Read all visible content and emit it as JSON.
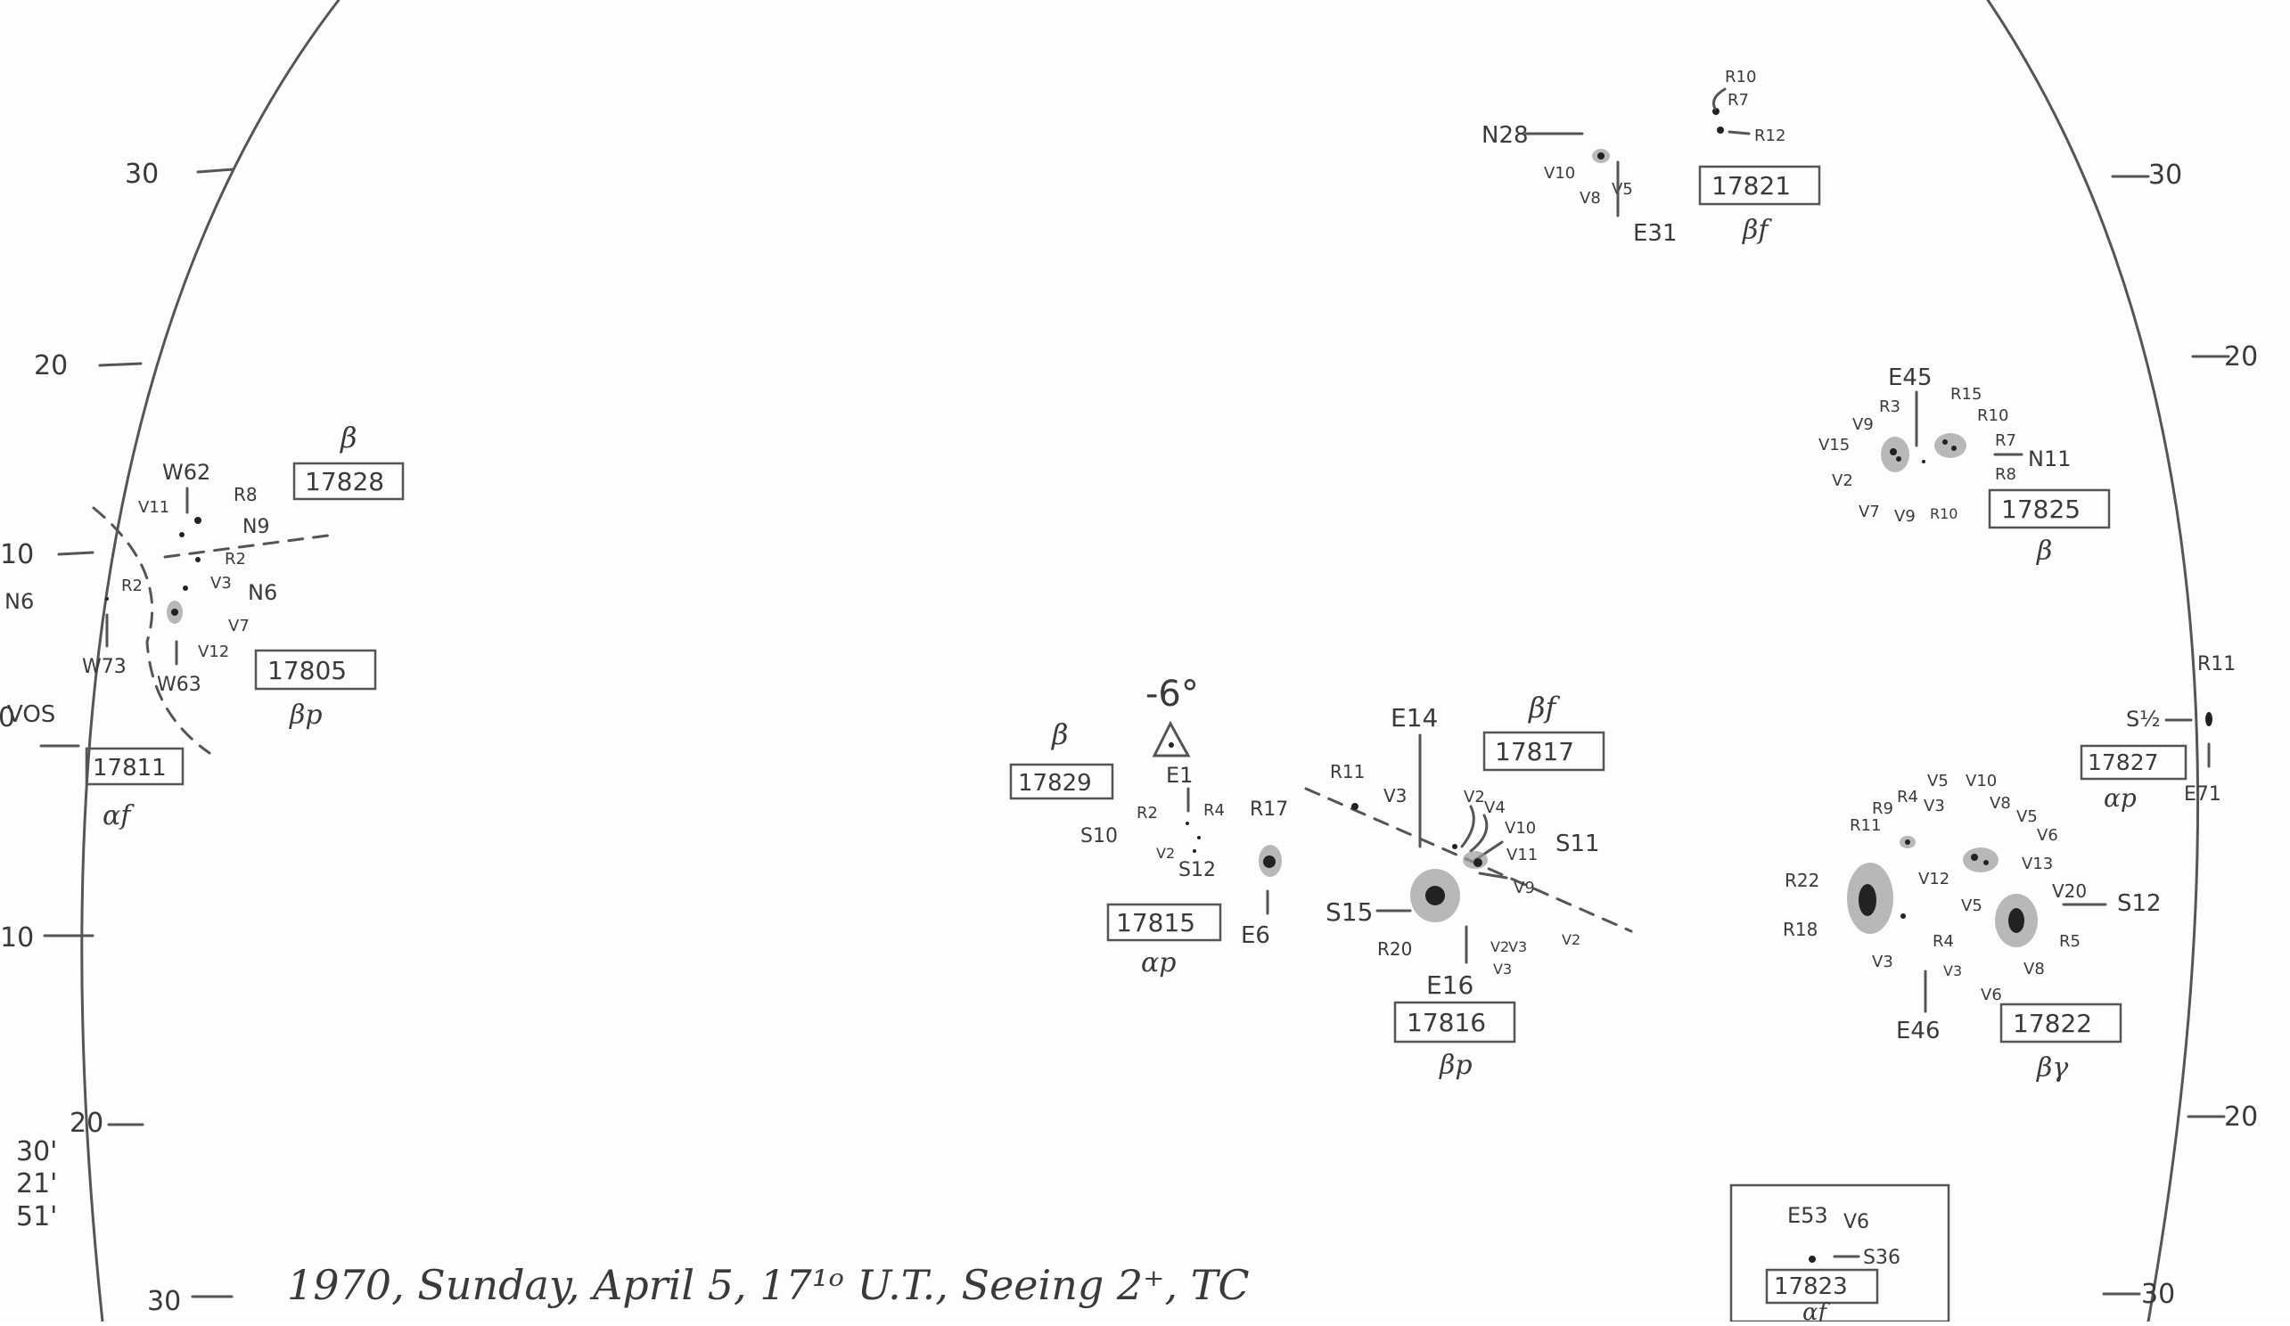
{
  "caption": "1970, Sunday, April 5, 17¹ᵒ U.T., Seeing 2⁺, TC",
  "colors": {
    "paper": "#fdfdfc",
    "pencil": "#555555",
    "spot": "#222222"
  },
  "scale_left": [
    "30",
    "20",
    "10",
    "0",
    "10",
    "20",
    "30"
  ],
  "scale_right": [
    "30",
    "20",
    "20",
    "30"
  ],
  "corner_notes": [
    "30'",
    "21'",
    "51'"
  ],
  "misc_labels": [
    "N6",
    "VOS",
    "-6°"
  ],
  "regions": [
    {
      "id": "17828",
      "class": "β",
      "pos": "W62",
      "labels": [
        "V11",
        "R8",
        "N9",
        "R2"
      ]
    },
    {
      "id": "17805",
      "class": "βp",
      "pos": "W63",
      "labels": [
        "W73",
        "R2",
        "V3",
        "N6",
        "V7",
        "V12"
      ]
    },
    {
      "id": "17811",
      "class": "αf",
      "labels": []
    },
    {
      "id": "17829",
      "class": "β",
      "pos": "E1",
      "labels": []
    },
    {
      "id": "17815",
      "class": "αp",
      "pos": "E6",
      "labels": [
        "R2",
        "R4",
        "S10",
        "V2",
        "S12",
        "R17"
      ]
    },
    {
      "id": "17817",
      "class": "βf",
      "pos": "E14",
      "labels": [
        "R11",
        "V3",
        "V2",
        "V4",
        "V10",
        "S11",
        "V11",
        "V9"
      ]
    },
    {
      "id": "17816",
      "class": "βp",
      "pos": "E16",
      "labels": [
        "S15",
        "R20",
        "V2",
        "V3",
        "V2",
        "V3"
      ]
    },
    {
      "id": "17821",
      "class": "βf",
      "pos": "E31",
      "labels": [
        "N28",
        "R10",
        "R7",
        "R12",
        "V10",
        "V8",
        "V5"
      ]
    },
    {
      "id": "17825",
      "class": "β",
      "pos": "E45",
      "labels": [
        "V9",
        "R3",
        "R15",
        "R10",
        "R7",
        "R8",
        "N11",
        "V15",
        "V2",
        "V7",
        "V9",
        "R10"
      ]
    },
    {
      "id": "17827",
      "class": "αp",
      "pos": "E71",
      "labels": [
        "R11",
        "S½"
      ]
    },
    {
      "id": "17822",
      "class": "βγ",
      "pos": "E46",
      "labels": [
        "R9",
        "R4",
        "V5",
        "V3",
        "V10",
        "V8",
        "V5",
        "V6",
        "R11",
        "V13",
        "R22",
        "V12",
        "V20",
        "S12",
        "R18",
        "V5",
        "R4",
        "R5",
        "V3",
        "V3",
        "V8",
        "V6"
      ]
    },
    {
      "id": "17823",
      "class": "αf",
      "pos": "E53",
      "labels": [
        "V6",
        "S36"
      ]
    }
  ]
}
